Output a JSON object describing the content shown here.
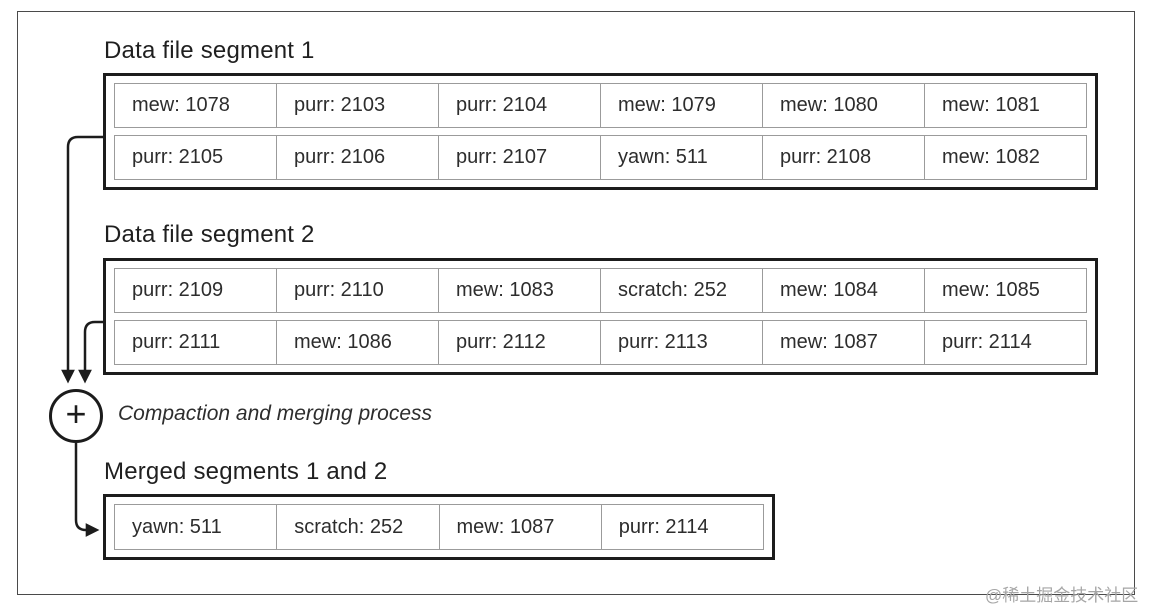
{
  "segment1": {
    "title": "Data file segment 1",
    "rows": [
      [
        "mew: 1078",
        "purr: 2103",
        "purr: 2104",
        "mew: 1079",
        "mew: 1080",
        "mew: 1081"
      ],
      [
        "purr: 2105",
        "purr: 2106",
        "purr: 2107",
        "yawn: 511",
        "purr: 2108",
        "mew: 1082"
      ]
    ]
  },
  "segment2": {
    "title": "Data file segment 2",
    "rows": [
      [
        "purr: 2109",
        "purr: 2110",
        "mew: 1083",
        "scratch: 252",
        "mew: 1084",
        "mew: 1085"
      ],
      [
        "purr: 2111",
        "mew: 1086",
        "purr: 2112",
        "purr: 2113",
        "mew: 1087",
        "purr: 2114"
      ]
    ]
  },
  "process": {
    "symbol": "+",
    "caption": "Compaction and merging process"
  },
  "merged": {
    "title": "Merged segments 1 and 2",
    "row": [
      "yawn: 511",
      "scratch: 252",
      "mew: 1087",
      "purr: 2114"
    ]
  },
  "watermark": "@稀土掘金技术社区",
  "colors": {
    "box_border": "#1c1c1c",
    "cell_border": "#9b9b9b",
    "frame_border": "#4a4a4a",
    "text": "#2d2d2d",
    "arrow": "#1c1c1c",
    "watermark": "#a6a6a6"
  }
}
